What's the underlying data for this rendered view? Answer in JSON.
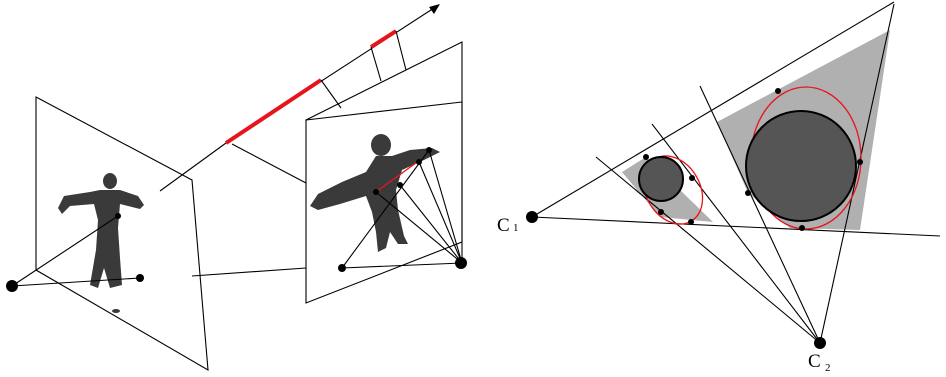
{
  "figure": {
    "left_panel": {},
    "right_panel": {
      "camera_labels": [
        {
          "main": "C",
          "sub": "1"
        },
        {
          "main": "C",
          "sub": "2"
        }
      ]
    }
  },
  "colors": {
    "line": "#000000",
    "highlight_red": "#e8141c",
    "region_gray": "#b0b0b0",
    "silhouette": "#3a3a3a",
    "blob": "#555555"
  }
}
